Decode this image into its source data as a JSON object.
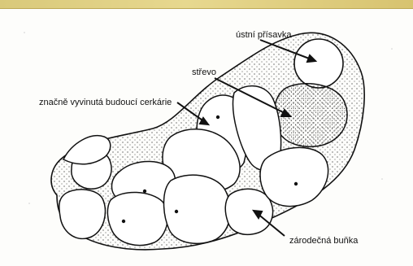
{
  "labels": {
    "oral_sucker": "ústní přísavka",
    "gut": "střevo",
    "developed_cercariae": "značně vyvinutá budoucí cerkárie",
    "germ_cell": "zárodečná buňka"
  }
}
